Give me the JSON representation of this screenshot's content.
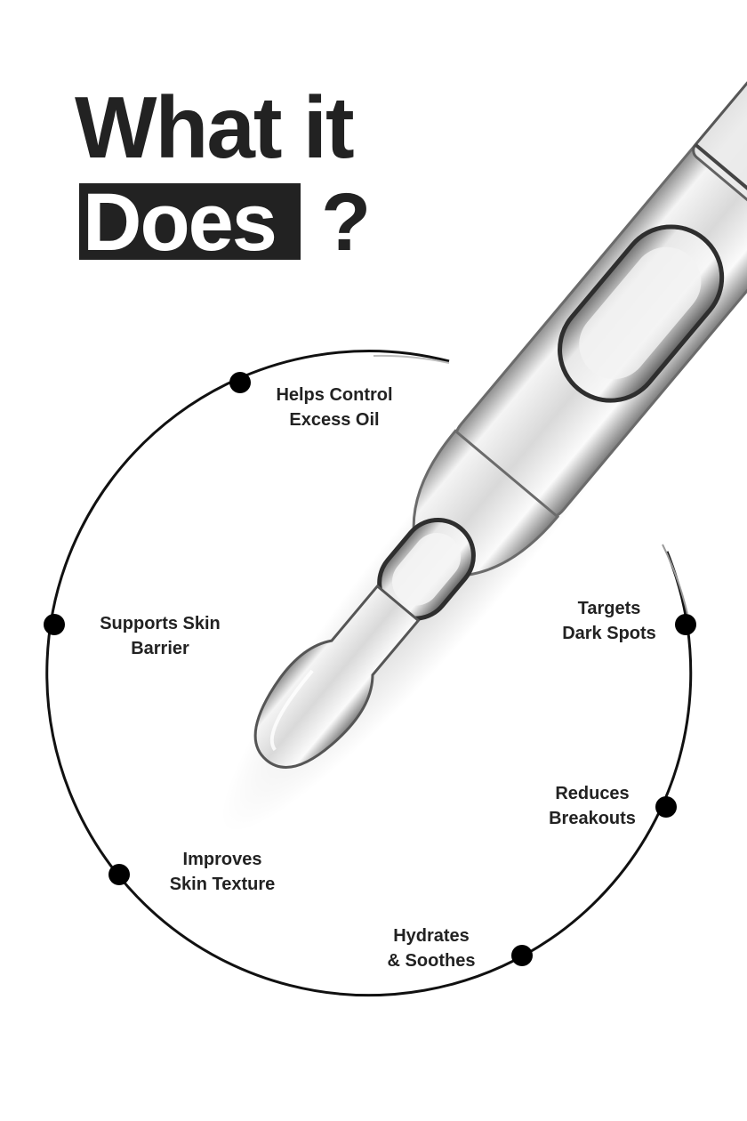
{
  "title": {
    "line1": "What it",
    "highlight": "Does",
    "mark": "?"
  },
  "benefits": [
    {
      "line1": "Helps Control",
      "line2": "Excess Oil"
    },
    {
      "line1": "Supports Skin",
      "line2": "Barrier"
    },
    {
      "line1": "Targets",
      "line2": "Dark Spots"
    },
    {
      "line1": "Reduces",
      "line2": "Breakouts"
    },
    {
      "line1": "Improves",
      "line2": "Skin Texture"
    },
    {
      "line1": "Hydrates",
      "line2": "& Soothes"
    }
  ],
  "colors": {
    "text": "#222222",
    "background": "#ffffff",
    "highlight_bg": "#222222",
    "highlight_text": "#ffffff"
  },
  "illustration": "serum-dropper-icon"
}
